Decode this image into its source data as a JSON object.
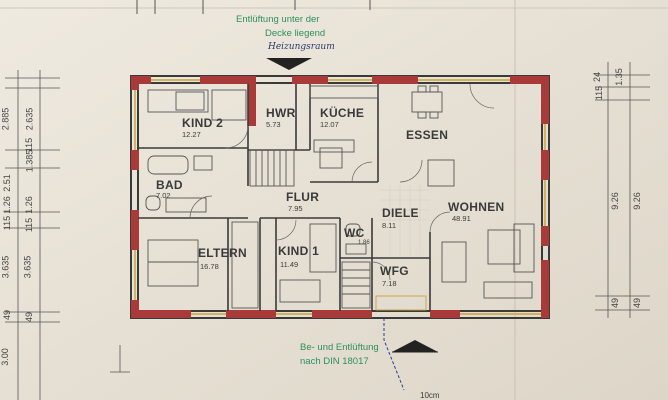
{
  "annotations": {
    "ventilation_top_line1": "Entlüftung unter der",
    "ventilation_top_line2": "Decke liegend",
    "handwritten_note": "Heizungsraum",
    "ventilation_bottom_line1": "Be- und Entlüftung",
    "ventilation_bottom_line2": "nach DIN 18017",
    "bottom_cut": "10cm"
  },
  "rooms": [
    {
      "id": "kind2",
      "name": "KIND 2",
      "area": "12.27"
    },
    {
      "id": "hwr",
      "name": "HWR",
      "area": "5.73"
    },
    {
      "id": "kueche",
      "name": "KÜCHE",
      "area": "12.07"
    },
    {
      "id": "essen",
      "name": "ESSEN",
      "area": ""
    },
    {
      "id": "bad",
      "name": "BAD",
      "area": "7.02"
    },
    {
      "id": "flur",
      "name": "FLUR",
      "area": "7.95"
    },
    {
      "id": "diele",
      "name": "DIELE",
      "area": "8.11"
    },
    {
      "id": "wohnen",
      "name": "WOHNEN",
      "area": "48.91"
    },
    {
      "id": "wc",
      "name": "WC",
      "area": "1.86"
    },
    {
      "id": "eltern",
      "name": "ELTERN",
      "area": "16.78"
    },
    {
      "id": "kind1",
      "name": "KIND 1",
      "area": "11.49"
    },
    {
      "id": "wfg",
      "name": "WFG",
      "area": "7.18"
    }
  ],
  "dimensions_left_outer": [
    "3.00",
    "3.635",
    "3.635",
    "1.26",
    "2.51",
    "2.885",
    "49",
    "115"
  ],
  "dimensions_left_inner": [
    "2.635",
    "1.385",
    "115",
    "1.26",
    "115",
    "3.635",
    "49"
  ],
  "dimensions_right": [
    "24",
    "115",
    "1.35",
    "9.26",
    "9.26",
    "49",
    "49"
  ],
  "colors": {
    "paper": "#e9e4da",
    "wall": "#a83a3a",
    "ink": "#3a3a3a",
    "note": "#2f8f5a"
  }
}
